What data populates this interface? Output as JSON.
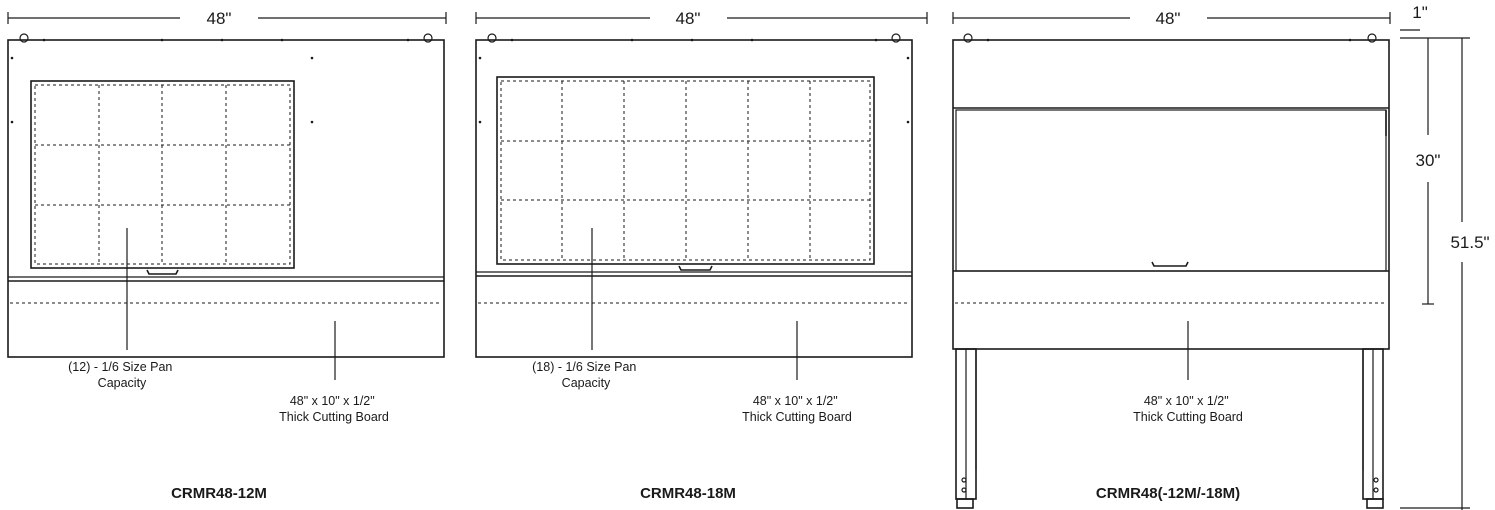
{
  "diagram": {
    "views": [
      {
        "model": "CRMR48-12M",
        "width_dim": "48\"",
        "pan_note_line1": "(12) - 1/6 Size Pan",
        "pan_note_line2": "Capacity",
        "board_note_line1": "48\" x 10\" x 1/2\"",
        "board_note_line2": "Thick Cutting Board"
      },
      {
        "model": "CRMR48-18M",
        "width_dim": "48\"",
        "pan_note_line1": "(18) - 1/6 Size Pan",
        "pan_note_line2": "Capacity",
        "board_note_line1": "48\" x 10\" x 1/2\"",
        "board_note_line2": "Thick Cutting Board"
      },
      {
        "model": "CRMR48(-12M/-18M)",
        "width_dim": "48\"",
        "depth_dim": "1\"",
        "height_top_dim": "30\"",
        "height_total_dim": "51.5\"",
        "board_note_line1": "48\" x 10\" x 1/2\"",
        "board_note_line2": "Thick Cutting Board"
      }
    ]
  }
}
